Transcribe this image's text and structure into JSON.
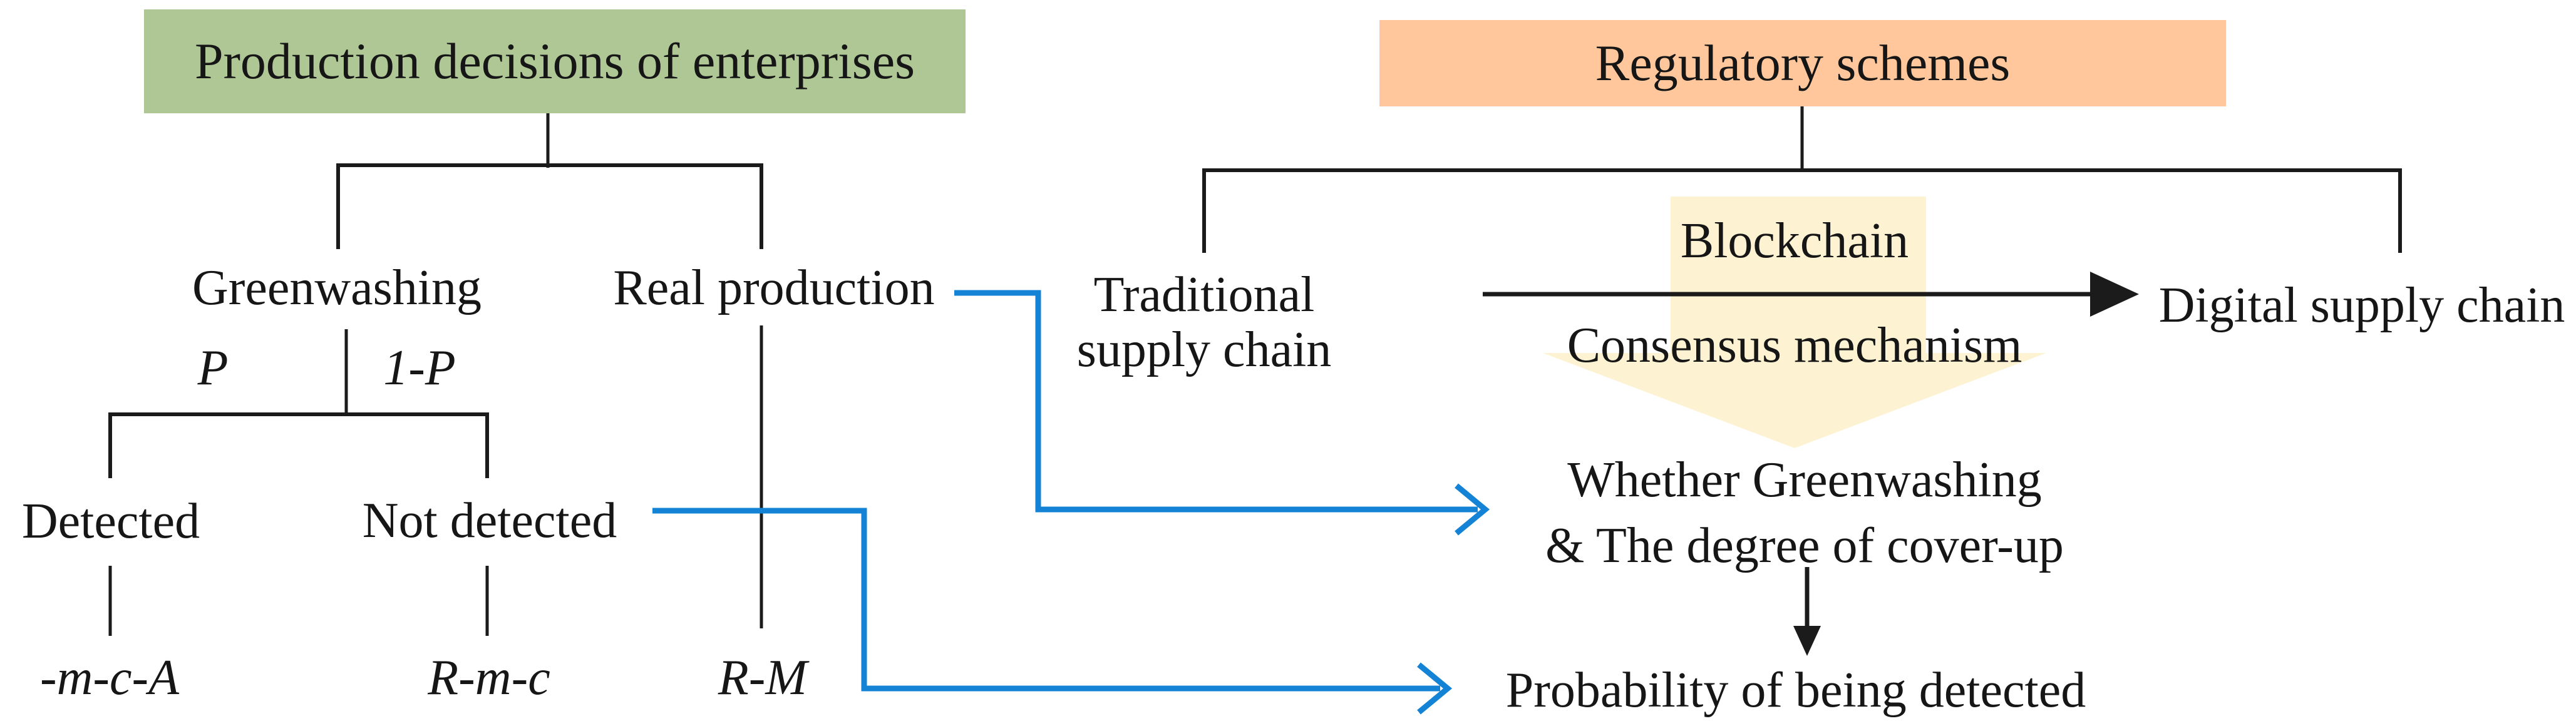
{
  "colors": {
    "green_box": "#aec795",
    "orange_box": "#ffc79b",
    "yellow_arrow": "#fdf3d2",
    "blue_connector": "#1583d5",
    "line_black": "#1b1b1b"
  },
  "left": {
    "title": "Production decisions of enterprises",
    "greenwashing": "Greenwashing",
    "real_production": "Real production",
    "p": "P",
    "one_minus_p": "1-P",
    "detected": "Detected",
    "not_detected": "Not detected",
    "payoff_detected": "-m-c-A",
    "payoff_not_detected": "R-m-c",
    "payoff_real_production": "R-M"
  },
  "right": {
    "title": "Regulatory schemes",
    "traditional_line1": "Traditional",
    "traditional_line2": "supply chain",
    "blockchain": "Blockchain",
    "consensus": "Consensus mechanism",
    "digital": "Digital supply chain",
    "whether_line1": "Whether Greenwashing",
    "whether_line2": "& The degree of cover-up",
    "probability": "Probability of being detected"
  }
}
